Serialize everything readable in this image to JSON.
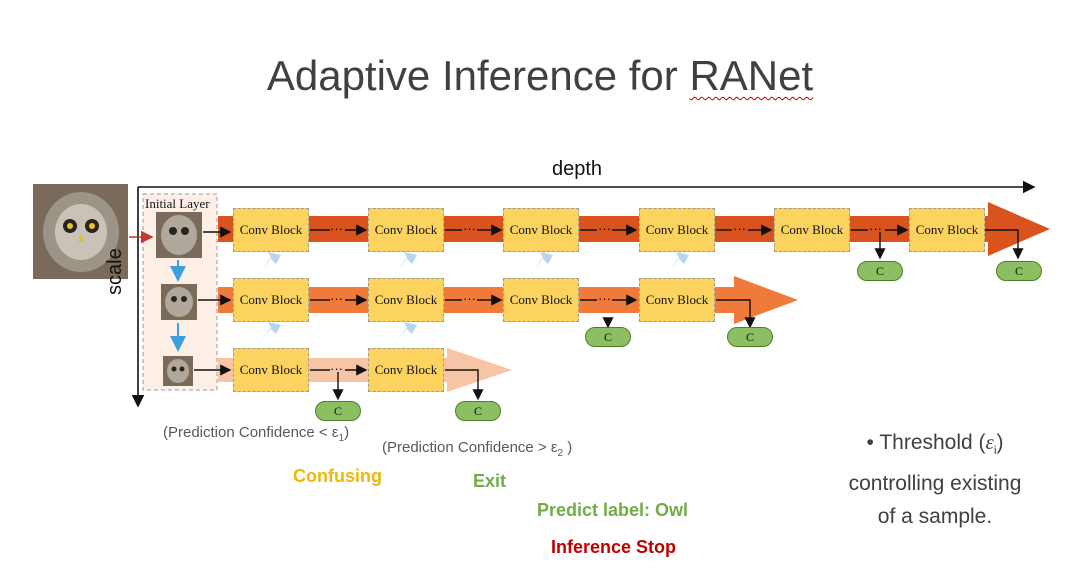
{
  "title_main": "Adaptive Inference for ",
  "title_accent": "RANet",
  "axis_depth": "depth",
  "axis_scale": "scale",
  "initial_layer": "Initial Layer",
  "block_label": "Conv Block",
  "classifier_label": "C",
  "ellipsis": "···",
  "cap_low": "(Prediction Confidence < ε",
  "cap_low_sub": "1",
  "cap_low_end": ")",
  "cap_high": "(Prediction Confidence > ε",
  "cap_high_sub": "2",
  "cap_high_end": " )",
  "label_confusing": "Confusing",
  "label_exit": "Exit",
  "label_predict": "Predict label: Owl",
  "label_stop": "Inference Stop",
  "bullet_symbol": "•",
  "bullet_pre": "Threshold (",
  "bullet_eps": "ε",
  "bullet_sub": "i",
  "bullet_post": ")",
  "bullet_line2": "controlling existing",
  "bullet_line3": "of a sample.",
  "colors": {
    "row1": "#d9531e",
    "row2": "#f07a3a",
    "row3": "#f7b08a",
    "block": "#fbd35e",
    "classifier": "#8cbf62",
    "confusing": "#f2b705",
    "exit": "#70ad47",
    "stop": "#c00000"
  }
}
